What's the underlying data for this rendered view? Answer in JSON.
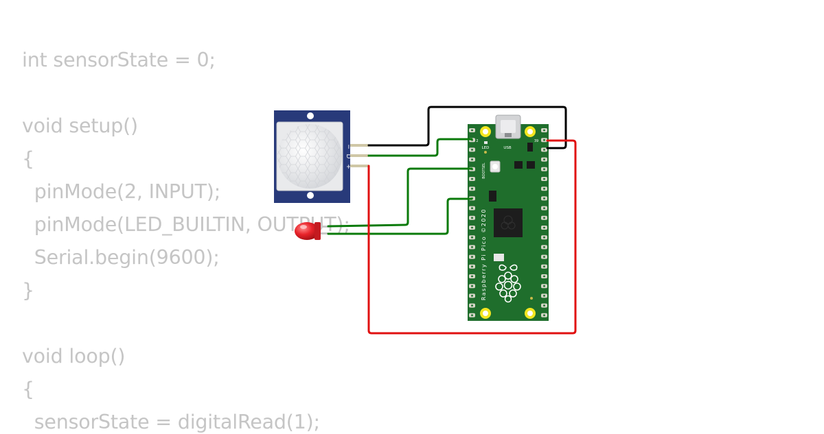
{
  "code": {
    "lines": [
      "int sensorState = 0;",
      "",
      "void setup()",
      "{",
      "  pinMode(2, INPUT);",
      "  pinMode(LED_BUILTIN, OUTPUT);",
      "  Serial.begin(9600);",
      "}",
      "",
      "void loop()",
      "{",
      "  sensorState = digitalRead(1);"
    ]
  },
  "pir_sensor": {
    "pin_labels": [
      "−",
      "D",
      "+"
    ]
  },
  "pico_board": {
    "board_label": "Raspberry Pi Pico ©2020",
    "led_label": "LED",
    "usb_label": "USB",
    "bootsel_label": "BOOTSEL",
    "pin_1_label": "2",
    "pin_top_right_label": "39"
  },
  "wires": {
    "colors": {
      "ground": "#000000",
      "signal": "#0a7a0a",
      "power": "#e01010"
    }
  },
  "colors": {
    "pcb_green": "#1f6e2c",
    "pir_blue": "#283a7a",
    "led_red": "#e8232a",
    "code_text": "#c5c5c5"
  }
}
